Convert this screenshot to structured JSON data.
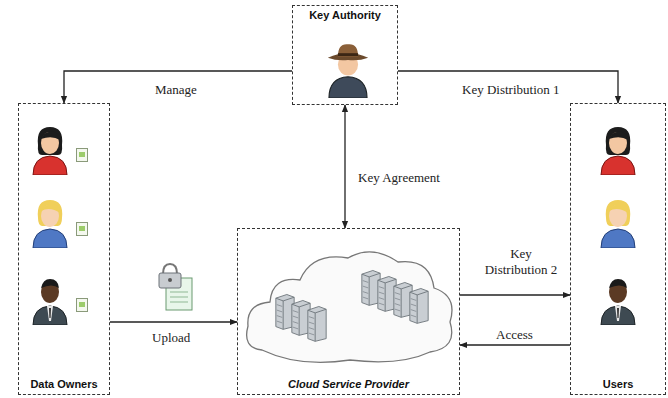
{
  "diagram": {
    "nodes": [
      {
        "text": [
          "Key Authority"
        ]
      },
      {
        "text": [
          "Data Owners"
        ]
      },
      {
        "text": [
          "Cloud Service Provider"
        ]
      },
      {
        "text": [
          "Users"
        ]
      }
    ],
    "edges": [
      {
        "from": 0,
        "to": 1,
        "label": "Manage",
        "arrow": "to"
      },
      {
        "from": 0,
        "to": 3,
        "label": "Key Distribution 1",
        "arrow": "to"
      },
      {
        "from": 0,
        "to": 2,
        "label": "Key Agreement",
        "arrow": "both"
      },
      {
        "from": 1,
        "to": 2,
        "label": "Upload",
        "arrow": "to"
      },
      {
        "from": 2,
        "to": 3,
        "label": "Key Distribution 2",
        "arrow": "to"
      },
      {
        "from": 3,
        "to": 2,
        "label": "Access",
        "arrow": "to"
      }
    ]
  }
}
